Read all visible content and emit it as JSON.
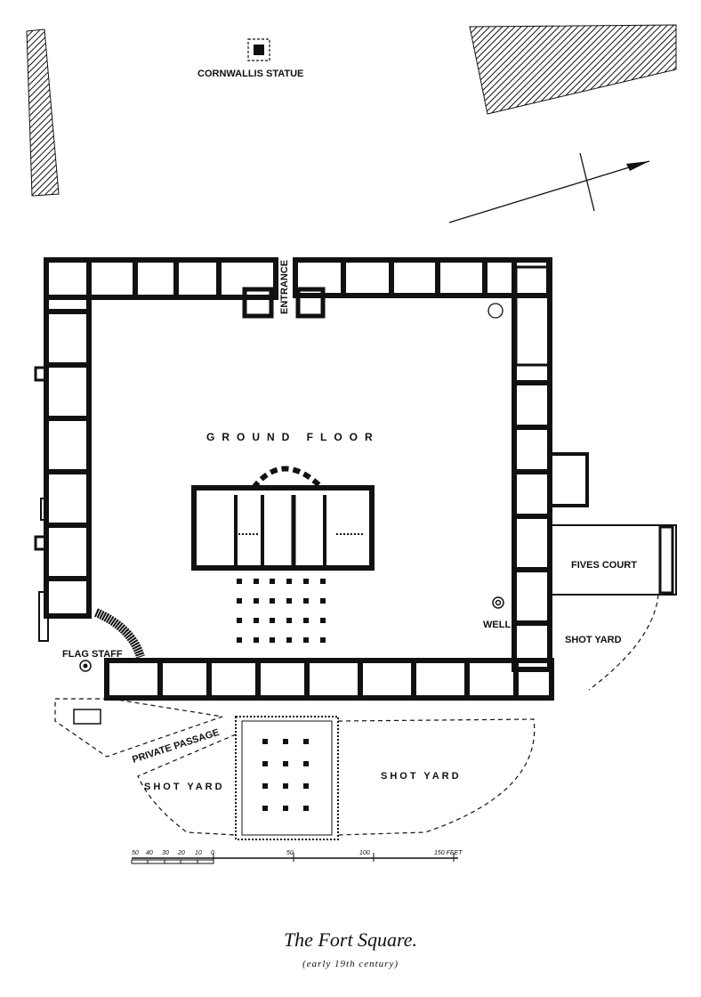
{
  "labels": {
    "cornwallis_statue": "CORNWALLIS STATUE",
    "entrance": "ENTRANCE",
    "ground_floor": "GROUND  FLOOR",
    "fives_court": "FIVES COURT",
    "well": "WELL",
    "shot_yard_right": "SHOT YARD",
    "flag_staff": "FLAG STAFF",
    "private_passage": "PRIVATE PASSAGE",
    "shot_yard_left": "SHOT YARD",
    "shot_yard_center": "SHOT YARD"
  },
  "scale_bar": {
    "ticks": [
      "50",
      "40",
      "30",
      "20",
      "10",
      "0",
      "50",
      "100",
      "150 FEET"
    ]
  },
  "caption": {
    "title": "The Fort Square.",
    "subtitle": "(early 19th century)"
  }
}
